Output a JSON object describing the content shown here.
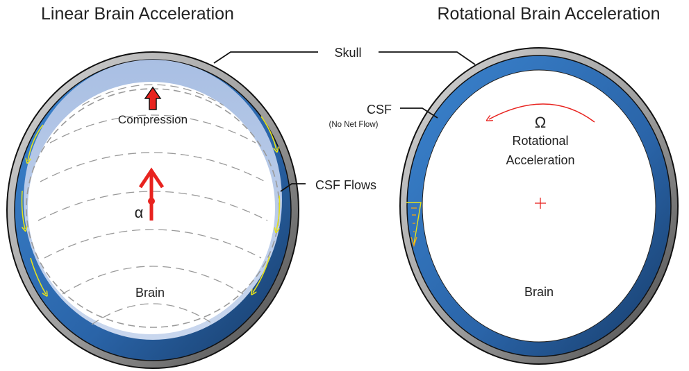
{
  "panels": {
    "linear": {
      "title": "Linear Brain Acceleration",
      "compression_label": "Compression",
      "symbol": "α",
      "brain_label": "Brain"
    },
    "rotational": {
      "title": "Rotational Brain Acceleration",
      "symbol": "Ω",
      "rotation_label_line1": "Rotational",
      "rotation_label_line2": "Acceleration",
      "brain_label": "Brain"
    }
  },
  "callouts": {
    "skull": "Skull",
    "csf": "CSF",
    "csf_note": "(No Net Flow)",
    "csf_flows": "CSF Flows"
  },
  "colors": {
    "skull": "#9a9a9a",
    "csf": "#2f6fb5",
    "arrow_red": "#e8231f",
    "flow_yellow": "#e6e21a"
  }
}
